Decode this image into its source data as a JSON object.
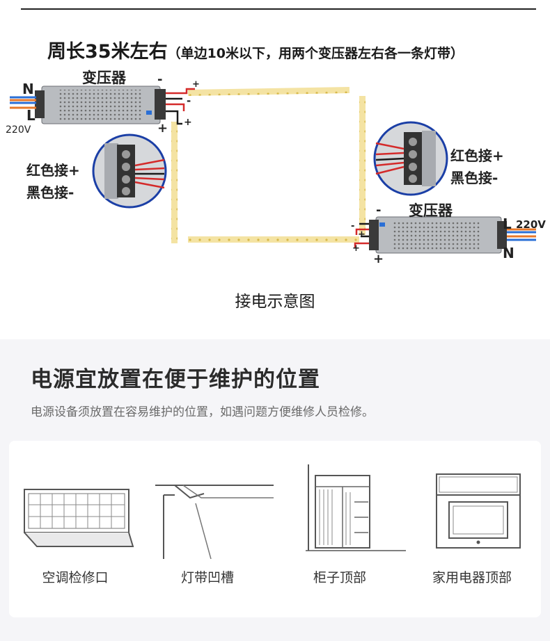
{
  "headline": {
    "main": "周长35米左右",
    "sub": "（单边10米以下，用两个变压器左右各一条灯带）"
  },
  "diagram": {
    "transformer_label": "变压器",
    "neutral": "N",
    "live": "L",
    "voltage": "220V",
    "red_wire": "红色接+",
    "black_wire": "黑色接-",
    "plus": "+",
    "minus": "-",
    "caption": "接电示意图"
  },
  "section": {
    "title": "电源宜放置在便于维护的位置",
    "desc": "电源设备须放置在容易维护的位置，如遇问题方便维修人员检修。"
  },
  "locations": [
    {
      "label": "空调检修口",
      "icon": "ac-access-panel-icon"
    },
    {
      "label": "灯带凹槽",
      "icon": "light-groove-icon"
    },
    {
      "label": "柜子顶部",
      "icon": "cabinet-top-icon"
    },
    {
      "label": "家用电器顶部",
      "icon": "appliance-top-icon"
    }
  ],
  "colors": {
    "led_strip": "#f2dc8c",
    "red_wire": "#d42a2a",
    "black_wire": "#1a1a1a",
    "neutral_wire": "#2a6fd6",
    "live_wire": "#e8782a",
    "lower_bg": "#f5f5f8"
  }
}
